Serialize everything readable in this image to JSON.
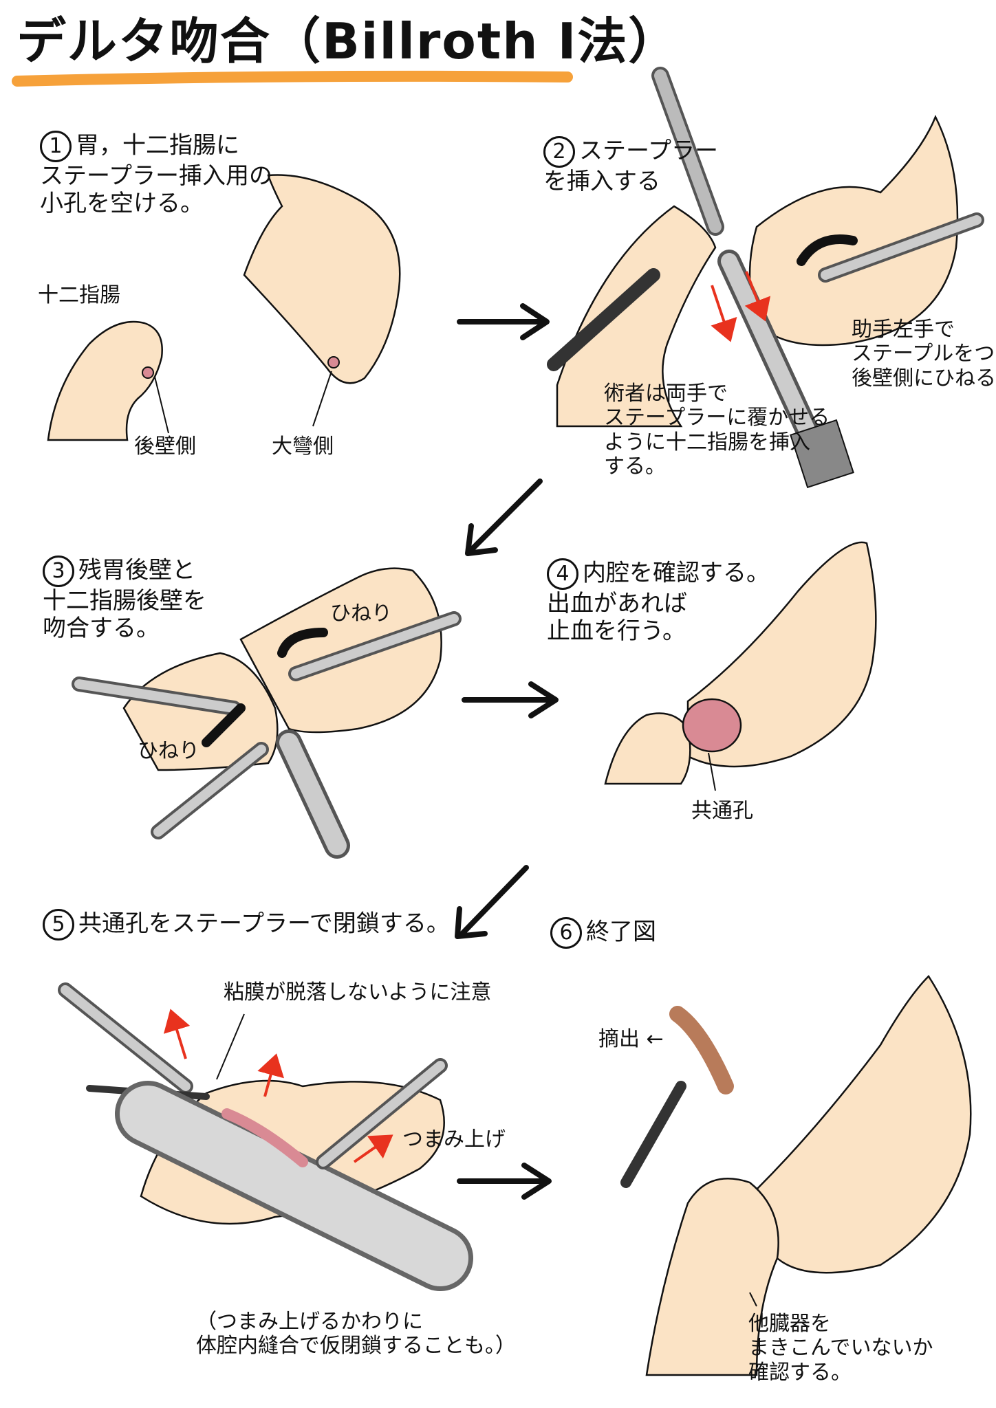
{
  "title": "デルタ吻合（Billroth I法）",
  "accent_color": "#f6a13a",
  "skin_color": "#fbe3c5",
  "mucosa_color": "#d98a94",
  "red_arrow_color": "#e8321e",
  "steps": [
    {
      "num": "1",
      "text": "胃，十二指腸に\nステープラー挿入用の\n小孔を空ける。"
    },
    {
      "num": "2",
      "text": "ステープラー\nを挿入する"
    },
    {
      "num": "3",
      "text": "残胃後壁と\n十二指腸後壁を\n吻合する。"
    },
    {
      "num": "4",
      "text": "内腔を確認する。\n出血があれば\n止血を行う。"
    },
    {
      "num": "5",
      "text": "共通孔をステープラーで閉鎖する。"
    },
    {
      "num": "6",
      "text": "終了図"
    }
  ],
  "labels": {
    "duodenum": "十二指腸",
    "posterior_wall": "後壁側",
    "greater_curvature": "大彎側",
    "assistant": "助手左手で\nステープルをつまみ\n後壁側にひねる",
    "surgeon": "術者は両手で\nステープラーに覆かせる\nように十二指腸を挿入\nする。",
    "twist_top": "ひねり",
    "twist_bottom": "ひねり",
    "common_hole": "共通孔",
    "mucosa_warning": "粘膜が脱落しないように注意",
    "lift": "つまみ上げ",
    "alternative": "（つまみ上げるかわりに\n体腔内縫合で仮閉鎖することも。）",
    "extraction": "摘出 ←",
    "check_organs": "他臓器を\nまきこんでいないか\n確認する。"
  }
}
